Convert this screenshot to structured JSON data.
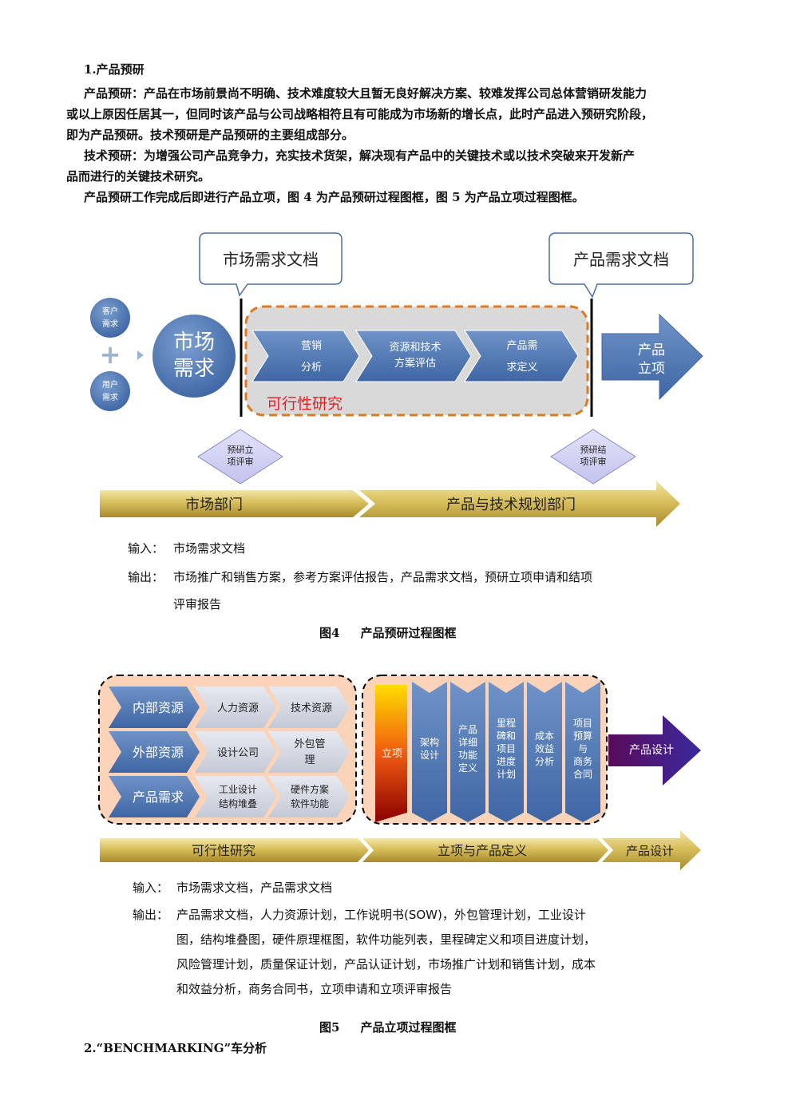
{
  "section1": {
    "heading": "1.产品预研",
    "para1_lines": [
      "产品预研：产品在市场前景尚不明确、技术难度较大且暂无良好解决方案、较难发挥公司总体营销研发能力",
      "或以上原因任居其一，但同时该产品与公司战略相符且有可能成为市场新的增长点，此时产品进入预研究阶段，",
      "即为产品预研。技术预研是产品预研的主要组成部分。"
    ],
    "para2_lines": [
      "技术预研：为增强公司产品竞争力，充实技术货架，解决现有产品中的关键技术或以技术突破来开发新产",
      "品而进行的关键技术研究。"
    ],
    "para3": "产品预研工作完成后即进行产品立项，图 4 为产品预研过程图框，图 5 为产品立项过程图框。"
  },
  "fig4": {
    "doc_left": "市场需求文档",
    "doc_right": "产品需求文档",
    "small_circle_top": [
      "客户",
      "需求"
    ],
    "small_circle_bottom": [
      "用户",
      "需求"
    ],
    "plus": "+",
    "big_circle": [
      "市场",
      "需求"
    ],
    "chevrons": [
      [
        "营销",
        "分析"
      ],
      [
        "资源和技术",
        "方案评估"
      ],
      [
        "产品需",
        "求定义"
      ]
    ],
    "feasibility": "可行性研究",
    "arrow_right": [
      "产品",
      "立项"
    ],
    "diamond_left": [
      "预研立",
      "项评审"
    ],
    "diamond_right": [
      "预研结",
      "项评审"
    ],
    "band_left": "市场部门",
    "band_right": "产品与技术规划部门",
    "input_label": "输入：",
    "input_value": "市场需求文档",
    "output_label": "输出：",
    "output_lines": [
      "市场推广和销售方案，参考方案评估报告，产品需求文档，预研立项申请和结项",
      "评审报告"
    ],
    "caption": "图4     产品预研过程图框"
  },
  "fig5": {
    "rows": [
      {
        "label": "内部资源",
        "c1": [
          "人力资源"
        ],
        "c2": [
          "技术资源"
        ]
      },
      {
        "label": "外部资源",
        "c1": [
          "设计公司"
        ],
        "c2": [
          "外包管",
          "理"
        ]
      },
      {
        "label": "产品需求",
        "c1": [
          "工业设计",
          "结构堆叠"
        ],
        "c2": [
          "硬件方案",
          "软件功能"
        ]
      }
    ],
    "start_label": "立项",
    "columns": [
      [
        "架构",
        "设计"
      ],
      [
        "产品",
        "详细",
        "功能",
        "定义"
      ],
      [
        "里程",
        "碑和",
        "项目",
        "进度",
        "计划"
      ],
      [
        "成本",
        "效益",
        "分析"
      ],
      [
        "项目",
        "预算",
        "与",
        "商务",
        "合同"
      ]
    ],
    "end_arrow": "产品设计",
    "band": [
      "可行性研究",
      "立项与产品定义",
      "产品设计"
    ],
    "input_label": "输入：",
    "input_value": "市场需求文档，产品需求文档",
    "output_label": "输出：",
    "output_lines": [
      "产品需求文档，人力资源计划，工作说明书(SOW)，外包管理计划，工业设计",
      "图，结构堆叠图，硬件原理框图，软件功能列表，里程碑定义和项目进度计划，",
      "风险管理计划，质量保证计划，产品认证计划，市场推广计划和销售计划，成本",
      "和效益分析，商务合同书，立项申请和立项评审报告"
    ],
    "caption": "图5     产品立项过程图框"
  },
  "section2": {
    "heading": "2.“BENCHMARKING”车分析"
  }
}
